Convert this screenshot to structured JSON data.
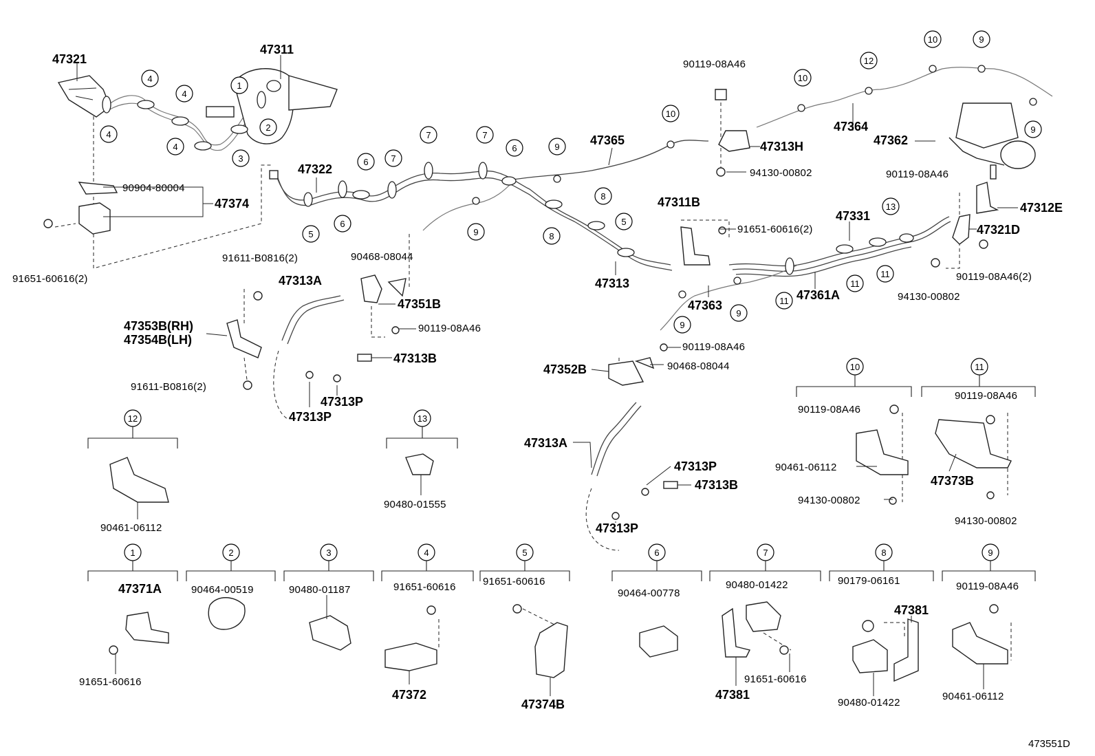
{
  "diagram_id": "473551D",
  "labels": {
    "p47321": "47321",
    "p47311": "47311",
    "p47374": "47374",
    "p90904": "90904-80004",
    "p91651a": "91651-60616(2)",
    "p47322": "47322",
    "p47365": "47365",
    "p90119top": "90119-08A46",
    "p47313H": "47313H",
    "p94130top": "94130-00802",
    "p47364": "47364",
    "p47362": "47362",
    "p90119b": "90119-08A46",
    "p47312E": "47312E",
    "p47321D": "47321D",
    "p90119c": "90119-08A46(2)",
    "p94130b": "94130-00802",
    "p47311B": "47311B",
    "p91651b": "91651-60616(2)",
    "p47331": "47331",
    "p47313": "47313",
    "p47363": "47363",
    "p47361A": "47361A",
    "p91611a": "91611-B0816(2)",
    "p90468a": "90468-08044",
    "p47313A1": "47313A",
    "p47351B": "47351B",
    "p90119d": "90119-08A46",
    "p47353B": "47353B(RH)",
    "p47354B": "47354B(LH)",
    "p47313B1": "47313B",
    "p47313P1": "47313P",
    "p47313P2": "47313P",
    "p91611b": "91611-B0816(2)",
    "p90119e": "90119-08A46",
    "p90468b": "90468-08044",
    "p47352B": "47352B",
    "p47313A2": "47313A",
    "p47313P3": "47313P",
    "p47313B2": "47313B",
    "p47313P4": "47313P",
    "p90461a": "90461-06112",
    "p90480a": "90480-01555",
    "p90119f": "90119-08A46",
    "p90461b": "90461-06112",
    "p94130c": "94130-00802",
    "p90119g": "90119-08A46",
    "p47373B": "47373B",
    "p94130d": "94130-00802",
    "p47371A": "47371A",
    "p91651c": "91651-60616",
    "p90464a": "90464-00519",
    "p90480b": "90480-01187",
    "p91651d": "91651-60616",
    "p47372": "47372",
    "p91651e": "91651-60616",
    "p47374B": "47374B",
    "p90464b": "90464-00778",
    "p90480c": "90480-01422",
    "p91651f": "91651-60616",
    "p47381a": "47381",
    "p90179": "90179-06161",
    "p47381b": "47381",
    "p90480d": "90480-01422",
    "p90119h": "90119-08A46",
    "p90461c": "90461-06112"
  },
  "callouts": [
    "1",
    "2",
    "3",
    "4",
    "5",
    "6",
    "7",
    "8",
    "9",
    "10",
    "11",
    "12",
    "13"
  ]
}
